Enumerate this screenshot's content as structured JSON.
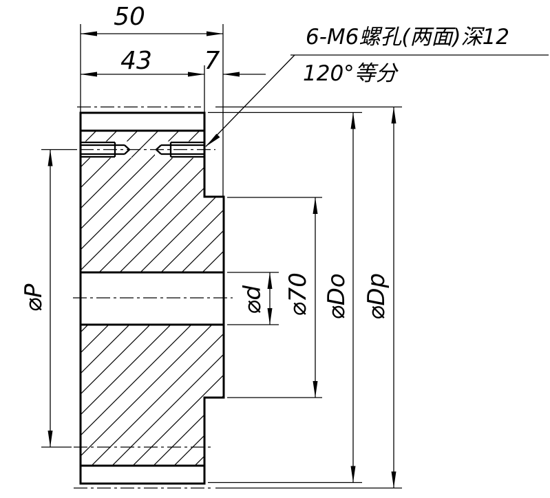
{
  "drawing": {
    "background_color": "#ffffff",
    "line_color": "#000000",
    "top_dimensions": {
      "total_width": "50",
      "body_width": "43",
      "boss_width": "7"
    },
    "diameter_dimensions": {
      "bolt_circle": "⌀P",
      "bore": "⌀d",
      "boss": "⌀70",
      "outside": "⌀Do",
      "pitch": "⌀Dp"
    },
    "leader_note": {
      "line1": "6-M6螺孔(两面)深12",
      "line2": "120°等分"
    }
  }
}
